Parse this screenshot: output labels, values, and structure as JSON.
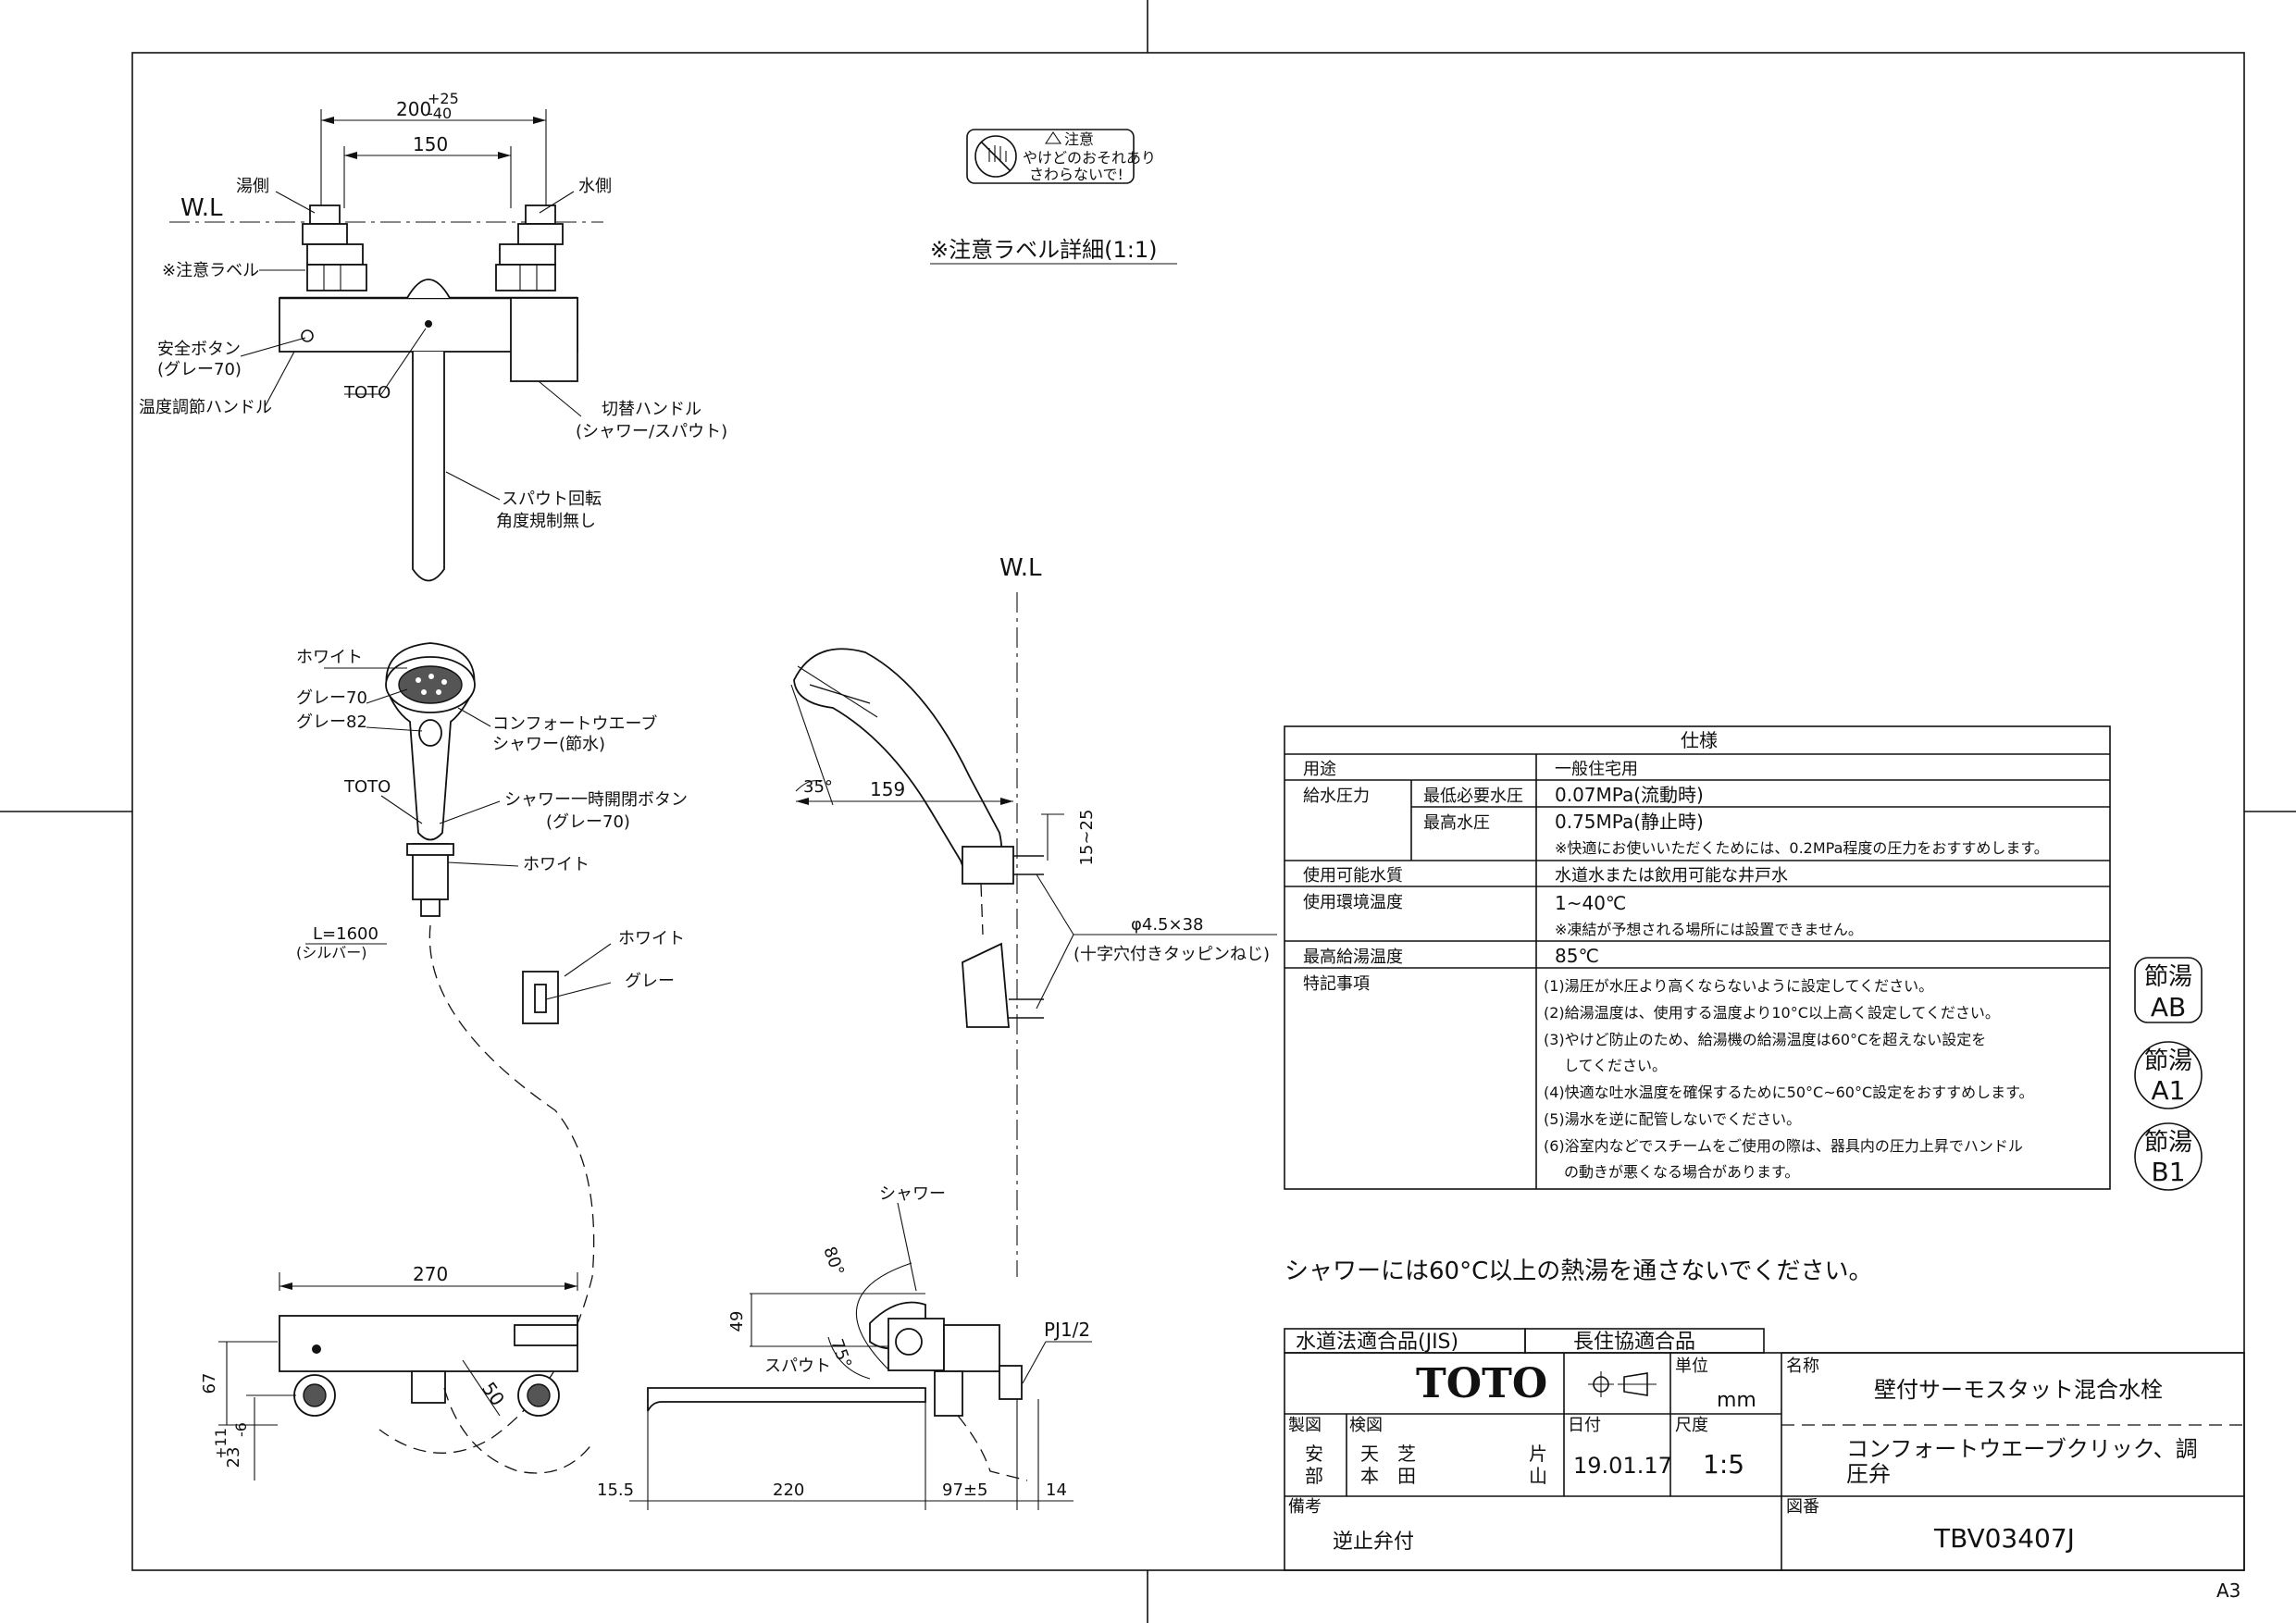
{
  "labels": {
    "dim_200": "200",
    "dim_200_tol_plus": "+25",
    "dim_200_tol_minus": "-40",
    "dim_150": "150",
    "wl_top": "W.L",
    "hot_side": "湯側",
    "cold_side": "水側",
    "caution_label": "※注意ラベル",
    "safety_button": "安全ボタン",
    "safety_button_color": "(グレー70)",
    "temp_handle": "温度調節ハンドル",
    "toto_mark": "TOTO",
    "switch_handle": "切替ハンドル",
    "switch_handle_mode": "(シャワー/スパウト)",
    "spout_rotation_1": "スパウト回転",
    "spout_rotation_2": "角度規制無し",
    "caution_sticker_title": "注意",
    "caution_sticker_line1": "やけどのおそれあり",
    "caution_sticker_line2": "さわらないで!",
    "caution_detail": "※注意ラベル詳細(1:1)",
    "wl_side": "W.L",
    "head_white": "ホワイト",
    "head_gray70": "グレー70",
    "head_gray82": "グレー82",
    "comfort_wave_1": "コンフォートウエーブ",
    "comfort_wave_2": "シャワー(節水)",
    "head_toto": "TOTO",
    "stop_button_1": "シャワー一時開閉ボタン",
    "stop_button_2": "(グレー70)",
    "holder_white": "ホワイト",
    "hose_length": "L=1600",
    "hose_type": "(シルバー)",
    "hook_white": "ホワイト",
    "hook_gray": "グレー",
    "angle_35": "35°",
    "dim_159": "159",
    "dim_15_25": "15~25",
    "screw_spec_1": "φ4.5×38",
    "screw_spec_2": "(十字穴付きタッピンねじ)",
    "dim_270": "270",
    "dim_67": "67",
    "dim_23": "23",
    "dim_23_tol_plus": "+11",
    "dim_23_tol_minus": "-6",
    "dim_50": "50",
    "shower_label": "シャワー",
    "angle_80": "80°",
    "dim_49": "49",
    "angle_75": "75°",
    "spout_label": "スパウト",
    "pj": "PJ1/2",
    "dim_15_5": "15.5",
    "dim_220": "220",
    "dim_97": "97±5",
    "dim_14": "14",
    "warning_line": "シャワーには60°C以上の熱湯を通さないでください。",
    "sheet_size": "A3"
  },
  "spec_table": {
    "title": "仕様",
    "rows": [
      {
        "label": "用途",
        "sub": "",
        "lines": [
          "一般住宅用"
        ]
      },
      {
        "label": "給水圧力",
        "sub": "最低必要水圧",
        "lines": [
          "0.07MPa(流動時)"
        ]
      },
      {
        "label": "",
        "sub": "最高水圧",
        "lines": [
          "0.75MPa(静止時)",
          "※快適にお使いいただくためには、0.2MPa程度の圧力をおすすめします。"
        ]
      },
      {
        "label": "使用可能水質",
        "sub": "",
        "lines": [
          "水道水または飲用可能な井戸水"
        ]
      },
      {
        "label": "使用環境温度",
        "sub": "",
        "lines": [
          "1~40℃",
          "※凍結が予想される場所には設置できません。"
        ]
      },
      {
        "label": "最高給湯温度",
        "sub": "",
        "lines": [
          "85℃"
        ]
      },
      {
        "label": "特記事項",
        "sub": "",
        "lines": [
          "(1)湯圧が水圧より高くならないように設定してください。",
          "(2)給湯温度は、使用する温度より10°C以上高く設定してください。",
          "(3)やけど防止のため、給湯機の給湯温度は60°Cを超えない設定を",
          "してください。",
          "(4)快適な吐水温度を確保するために50°C~60°C設定をおすすめします。",
          "(5)湯水を逆に配管しないでください。",
          "(6)浴室内などでスチームをご使用の際は、器具内の圧力上昇でハンドル",
          "の動きが悪くなる場合があります。"
        ]
      }
    ]
  },
  "badges": [
    {
      "top": "節湯",
      "bottom": "AB"
    },
    {
      "top": "節湯",
      "bottom": "A1"
    },
    {
      "top": "節湯",
      "bottom": "B1"
    }
  ],
  "title_block": {
    "water_law": "水道法適合品(JIS)",
    "long_life": "長住協適合品",
    "logo": "TOTO",
    "unit_label": "単位",
    "unit_value": "mm",
    "name_label": "名称",
    "name_value": "壁付サーモスタット混合水栓",
    "subtitle_line1": "コンフォートウエーブクリック、調",
    "subtitle_line2": "圧弁",
    "drawn_label": "製図",
    "drawn_1": "安",
    "drawn_2": "部",
    "checked_label": "検図",
    "checked_a1": "天",
    "checked_a2": "本",
    "checked_b1": "芝",
    "checked_b2": "田",
    "checked_c1": "片",
    "checked_c2": "山",
    "date_label": "日付",
    "date_value": "19.01.17",
    "scale_label": "尺度",
    "scale_value": "1:5",
    "notes_label": "備考",
    "notes_value": "逆止弁付",
    "drawing_no_label": "図番",
    "drawing_no_value": "TBV03407J"
  }
}
